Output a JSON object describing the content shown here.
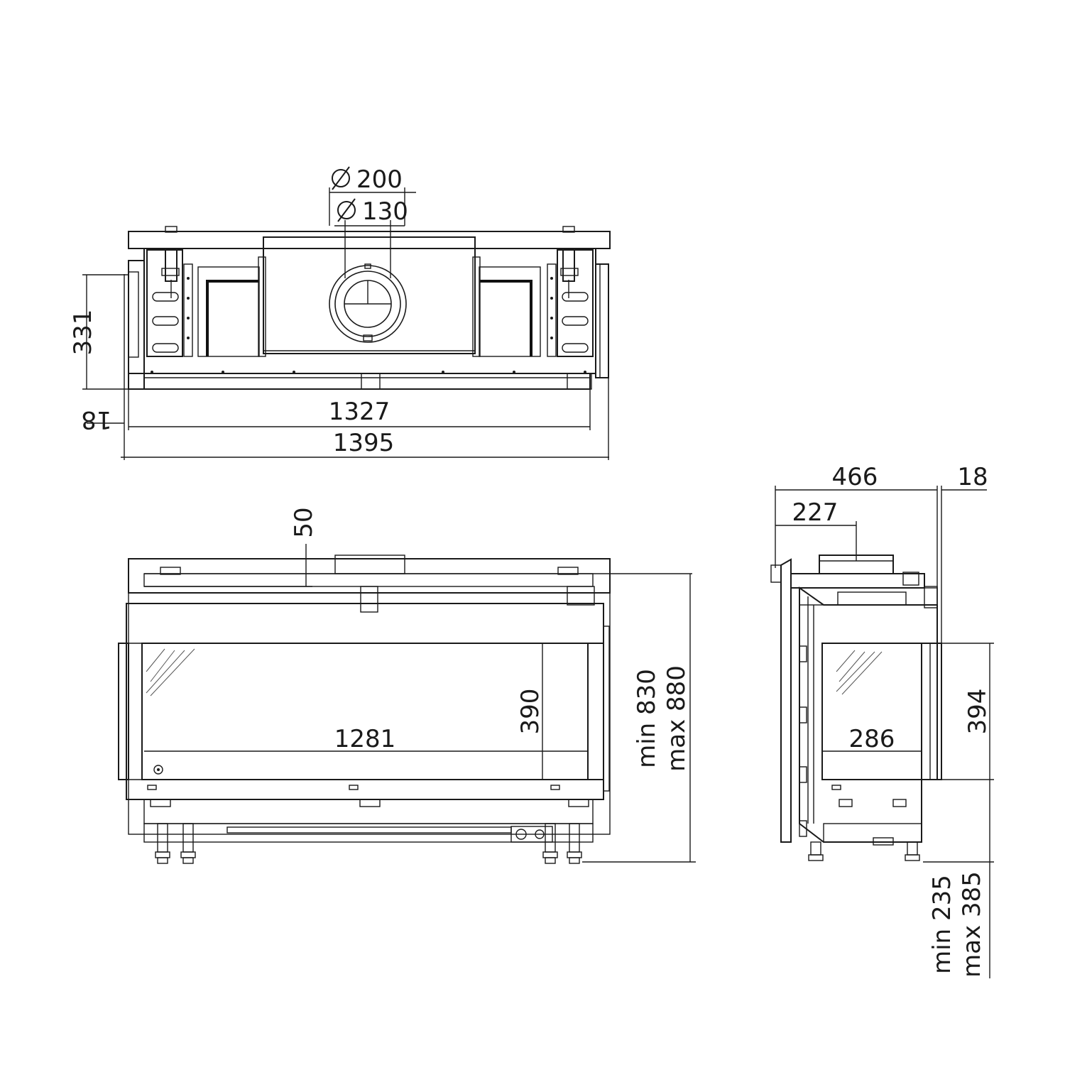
{
  "top_view": {
    "diameter_symbol": "⌀",
    "flue_outer_diameter": "200",
    "flue_inner_diameter": "130",
    "height": "331",
    "side_offset": "18",
    "inner_width": "1327",
    "overall_width": "1395"
  },
  "front_view": {
    "top_gap": "50",
    "glass_width": "1281",
    "glass_height": "390",
    "height_min": "min 830",
    "height_max": "max 880"
  },
  "side_view": {
    "depth": "466",
    "frame": "18",
    "flue_offset": "227",
    "glass_width": "286",
    "glass_height": "394",
    "base_min": "min 235",
    "base_max": "max 385"
  },
  "colors": {
    "line": "#1a1a1a",
    "background": "#ffffff"
  }
}
